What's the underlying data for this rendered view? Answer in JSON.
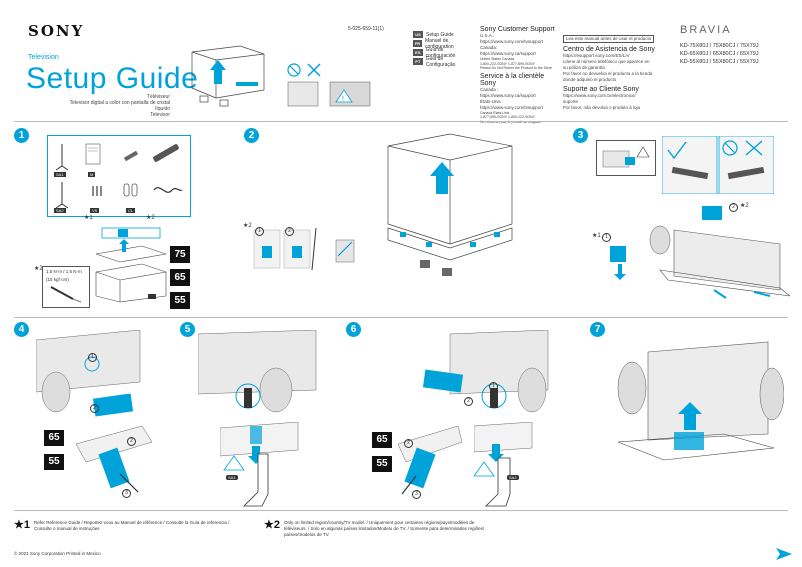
{
  "header": {
    "brand": "SONY",
    "product_type": "Television",
    "title": "Setup Guide",
    "subtitles": [
      "Téléviseur",
      "Televisor digital a color con pantalla de cristal líquido",
      "Televisor"
    ],
    "doc_number": "5-025-659-11(1)",
    "languages": [
      {
        "code": "US",
        "label": "Setup Guide"
      },
      {
        "code": "FR",
        "label": "Manuel de configuration"
      },
      {
        "code": "ES",
        "label": "Guía de configuración"
      },
      {
        "code": "PT",
        "label": "Guia de Configuração"
      }
    ],
    "support": {
      "en_title": "Sony Customer Support",
      "en_lines": [
        "U.S.A.:",
        "https://www.sony.com/tvsupport",
        "Canada:",
        "https://www.sony.ca/support",
        "United States  Canada",
        "1-800-222-SONY        1-877-899-SONY",
        "Please Do Not Return the Product to the Store"
      ],
      "fr_title": "Service à la clientèle Sony",
      "fr_lines": [
        "Canada :",
        "https://www.sony.ca/support",
        "États-Unis :",
        "https://www.sony.com/tvsupport",
        "Canada                 États-Unis",
        "1-877-899-SONY        1-800-222-SONY",
        "Ne retournez pas le produit au magasin"
      ],
      "es_note": "Lea este manual antes de usar el producto",
      "es_title": "Centro de Asistencia de Sony",
      "es_lines": [
        "https://esupport.sony.com/ES/LA/",
        "Llame al número telefónico que aparece en",
        "su póliza de garantía",
        "Por favor no devuelva el producto a la tienda",
        "donde adquirió el producto"
      ],
      "pt_title": "Suporte ao Cliente Sony",
      "pt_lines": [
        "https://www.sony.com.br/electronics/",
        "suporte",
        "Por favor, não devolva o produto à loja"
      ]
    },
    "bravia": "BRAVIA",
    "models": [
      "KD-75X80J / 75X80CJ / 75X79J",
      "KD-65X80J / 65X80CJ / 65X79J",
      "KD-55X80J / 55X80CJ / 55X79J"
    ]
  },
  "steps": [
    "1",
    "2",
    "3",
    "4",
    "5",
    "6",
    "7"
  ],
  "step1": {
    "parts": [
      "SA1",
      "M",
      "SA2",
      "VS",
      "CL"
    ],
    "notes": [
      "★1",
      "★2"
    ],
    "screw_spec": [
      "1.5 N·m / 1.5 N·m",
      "(15 kgf·cm)"
    ],
    "sizes": [
      "75",
      "65",
      "55"
    ]
  },
  "step2": {
    "note": "★2",
    "subs": [
      "1",
      "2"
    ]
  },
  "step3": {
    "note_a": "★2",
    "note_b": "★1",
    "sub": "2",
    "sub1": "1"
  },
  "step4": {
    "sizes": [
      "65",
      "55"
    ],
    "subs": [
      "1",
      "2",
      "3"
    ]
  },
  "step5": {
    "badge": "SA1"
  },
  "step6": {
    "sizes": [
      "65",
      "55"
    ],
    "subs": [
      "1",
      "2",
      "3"
    ],
    "badge": "SA2"
  },
  "footer": {
    "note1_mark": "★1",
    "note1_text": [
      "Refer Reference Guide / Reportez-vous au Manuel de référence / Consulte la Guía de referencia /",
      "Consulte o manual de instruções"
    ],
    "note2_mark": "★2",
    "note2_text": [
      "Only on limited region/country/TV model. / Uniquement pour certaines régions/pays/modèles de",
      "téléviseurs. / Solo en algunas países limitados/Modelo de TV. / Somente para determinadas regiões/",
      "países/modelos de TV."
    ],
    "copyright": "© 2021 Sony Corporation  Printed in Mexico"
  },
  "colors": {
    "accent": "#00a3d9",
    "dark": "#111111",
    "divider": "#bbbbbb"
  }
}
